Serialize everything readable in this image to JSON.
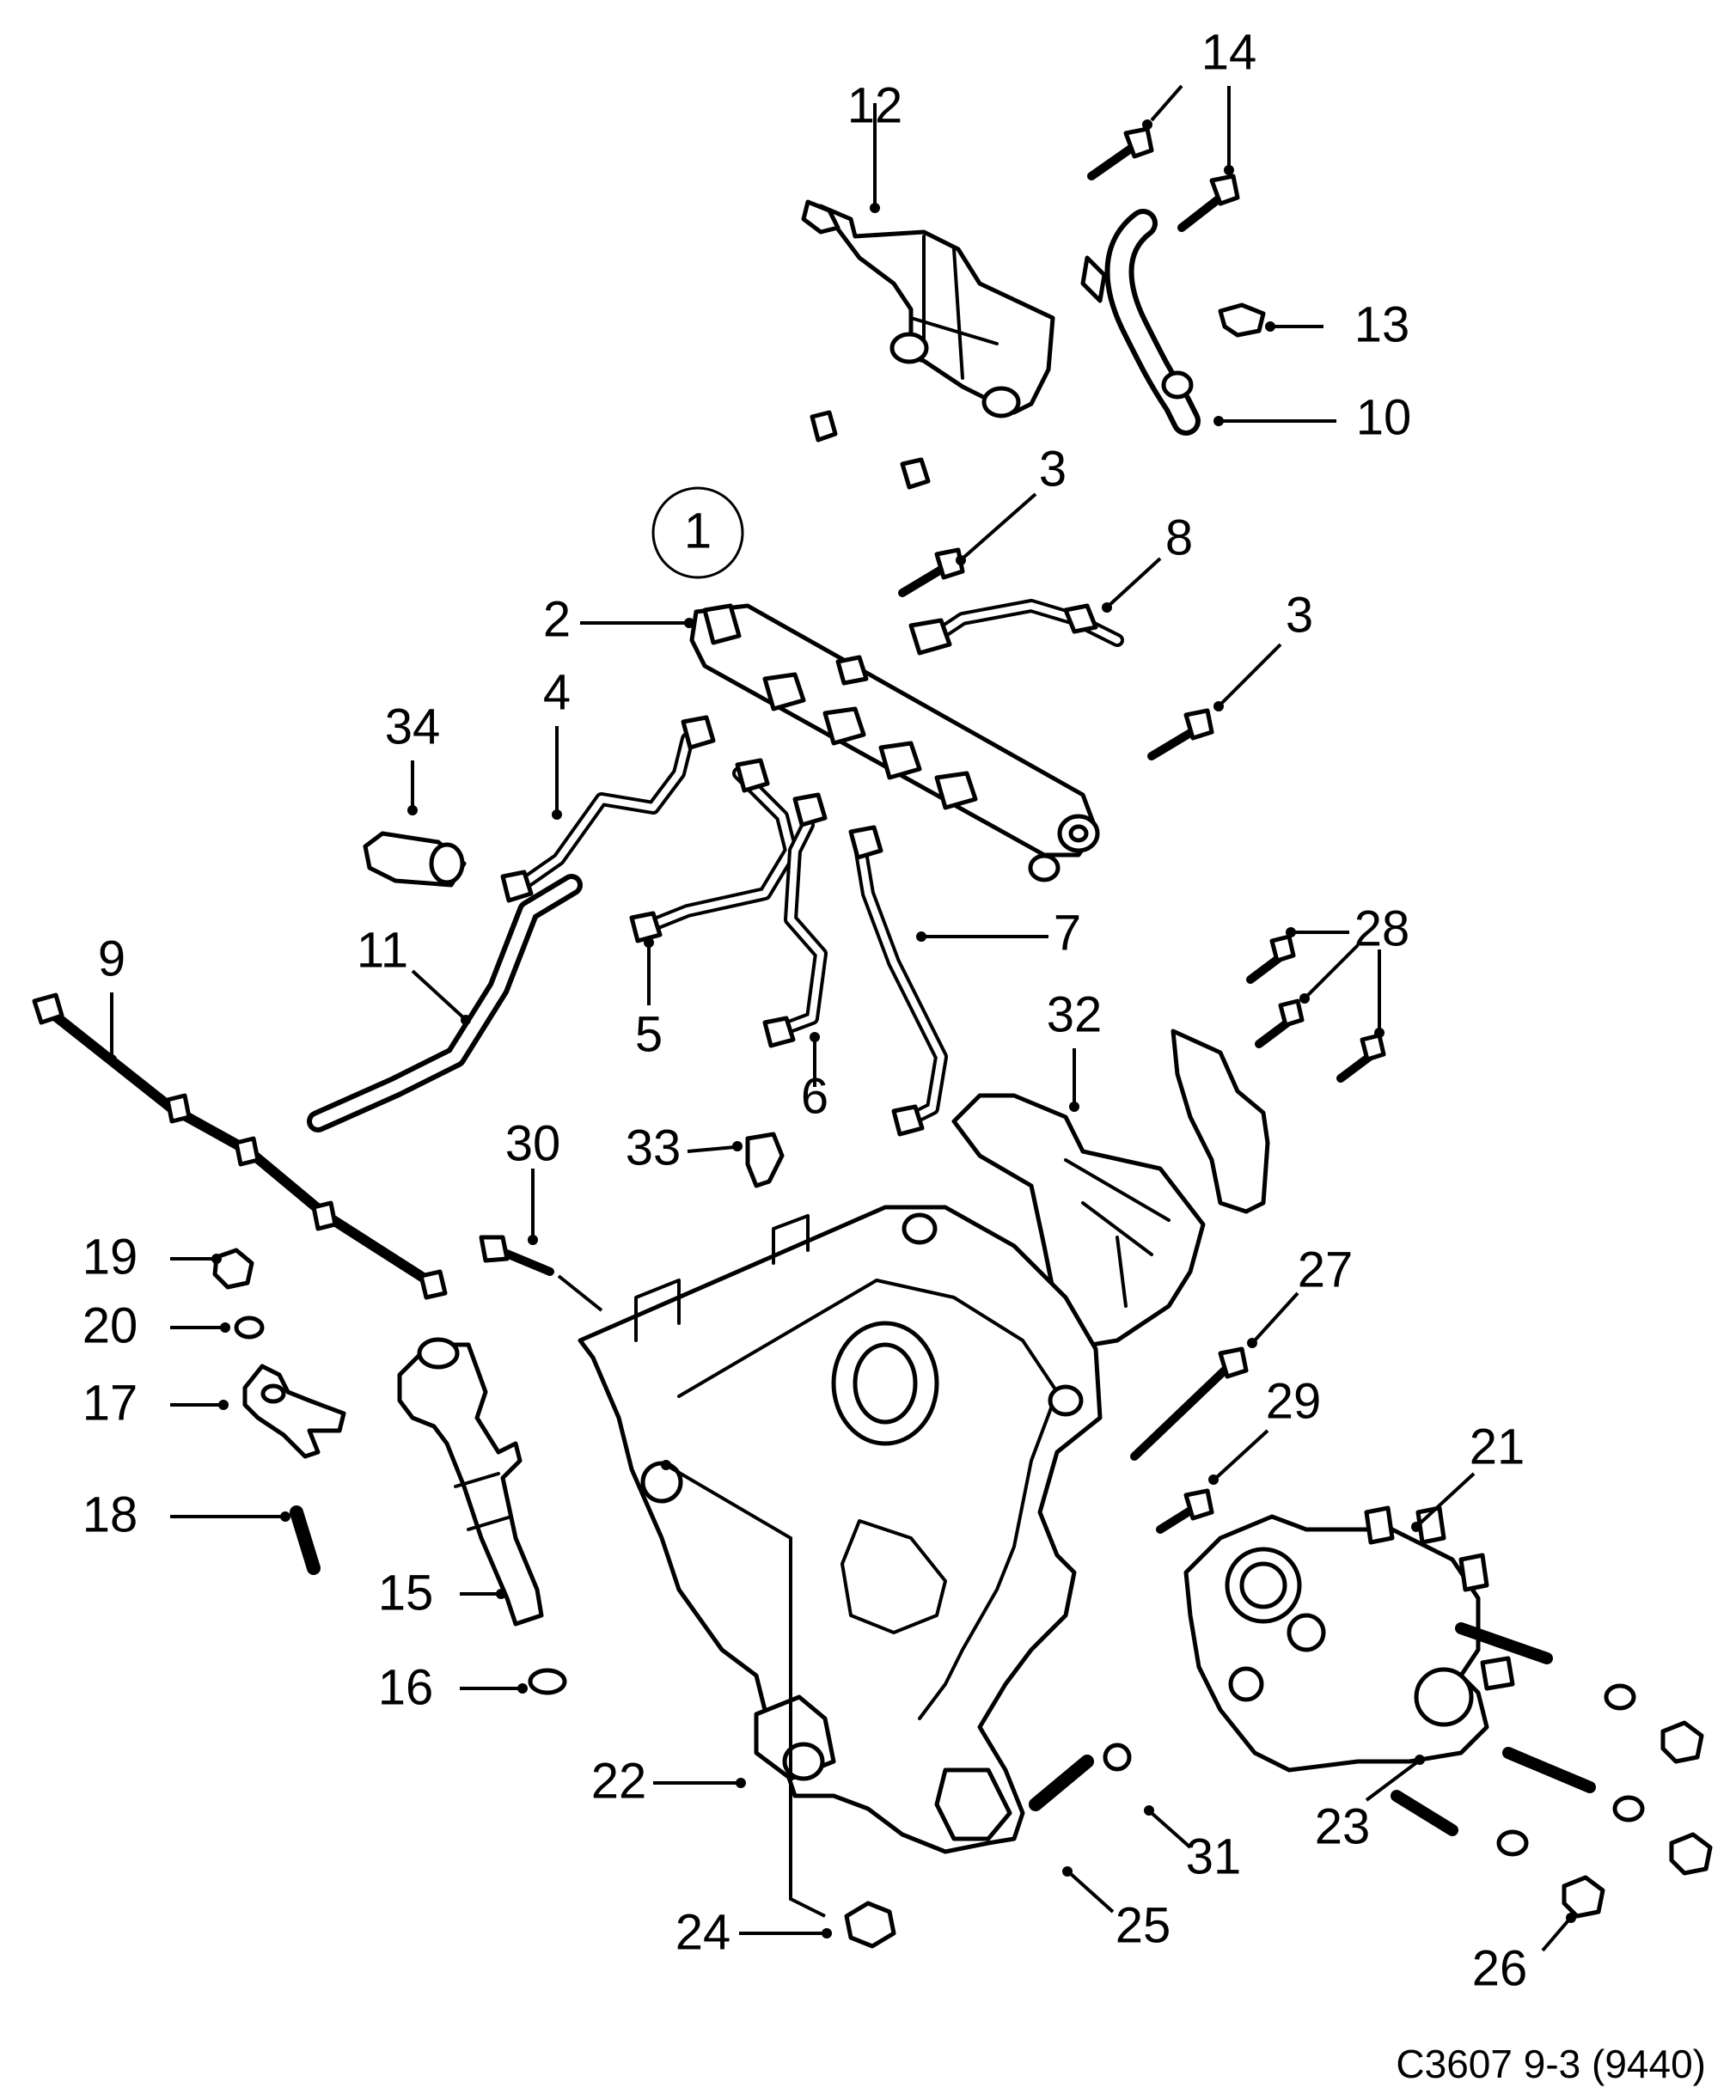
{
  "figure_code": "C3607 9-3 (9440)",
  "callouts": [
    {
      "id": "circ-1",
      "text": "1"
    },
    {
      "id": "c2",
      "text": "2"
    },
    {
      "id": "c3a",
      "text": "3"
    },
    {
      "id": "c3b",
      "text": "3"
    },
    {
      "id": "c4",
      "text": "4"
    },
    {
      "id": "c5",
      "text": "5"
    },
    {
      "id": "c6",
      "text": "6"
    },
    {
      "id": "c7",
      "text": "7"
    },
    {
      "id": "c8",
      "text": "8"
    },
    {
      "id": "c9",
      "text": "9"
    },
    {
      "id": "c10",
      "text": "10"
    },
    {
      "id": "c11",
      "text": "11"
    },
    {
      "id": "c12",
      "text": "12"
    },
    {
      "id": "c13",
      "text": "13"
    },
    {
      "id": "c14",
      "text": "14"
    },
    {
      "id": "c15",
      "text": "15"
    },
    {
      "id": "c16",
      "text": "16"
    },
    {
      "id": "c17",
      "text": "17"
    },
    {
      "id": "c18",
      "text": "18"
    },
    {
      "id": "c19",
      "text": "19"
    },
    {
      "id": "c20",
      "text": "20"
    },
    {
      "id": "c21",
      "text": "21"
    },
    {
      "id": "c22",
      "text": "22"
    },
    {
      "id": "c23",
      "text": "23"
    },
    {
      "id": "c24",
      "text": "24"
    },
    {
      "id": "c25",
      "text": "25"
    },
    {
      "id": "c26",
      "text": "26"
    },
    {
      "id": "c27",
      "text": "27"
    },
    {
      "id": "c28",
      "text": "28"
    },
    {
      "id": "c29",
      "text": "29"
    },
    {
      "id": "c30",
      "text": "30"
    },
    {
      "id": "c31",
      "text": "31"
    },
    {
      "id": "c32",
      "text": "32"
    },
    {
      "id": "c33",
      "text": "33"
    },
    {
      "id": "c34",
      "text": "34"
    }
  ]
}
